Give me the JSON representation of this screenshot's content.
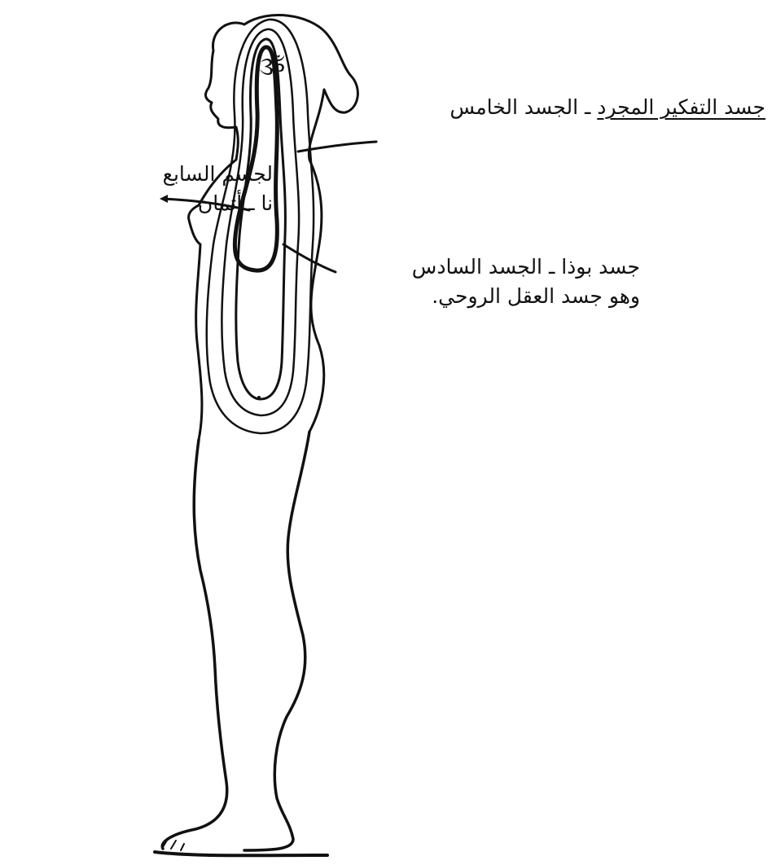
{
  "labels": {
    "fifth_body": {
      "underlined_part": "جسد التفكير المجرد",
      "rest": " ـ الجسد الخامس"
    },
    "seventh_body": {
      "line1": "الجسم السابع",
      "line2": "أنا ـ أتمان"
    },
    "sixth_body": {
      "line1": "جسد بوذا ـ الجسد السادس",
      "line2": "وهو جسد العقل الروحي."
    },
    "head_symbol": "ૐ"
  },
  "colors": {
    "ink": "#111111",
    "paper": "#ffffff"
  }
}
